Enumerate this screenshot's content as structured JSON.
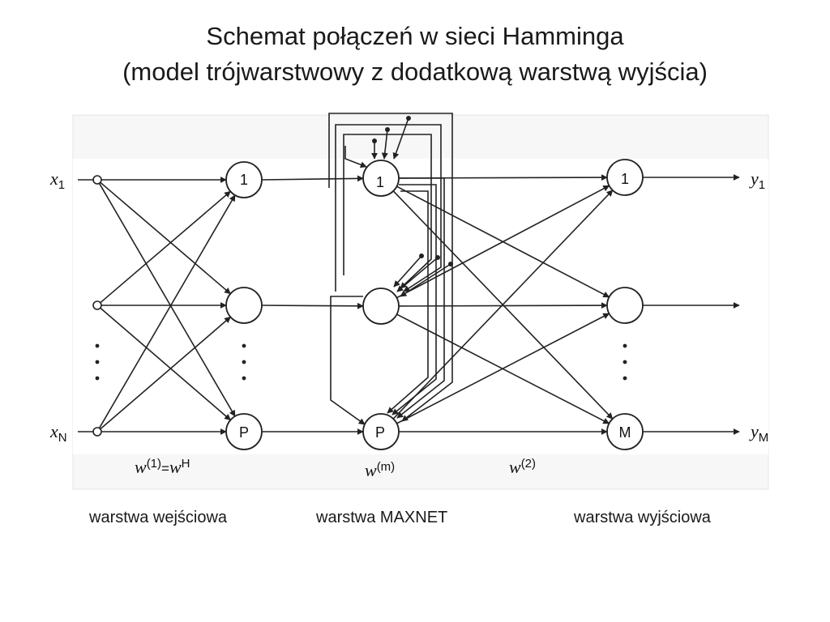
{
  "title": {
    "line1": "Schemat połączeń w sieci Hamminga",
    "line2": "(model trójwarstwowy z dodatkową warstwą wyjścia)"
  },
  "inputs": {
    "x1": {
      "base": "x",
      "sub": "1"
    },
    "xN": {
      "base": "x",
      "sub": "N"
    }
  },
  "outputs": {
    "y1": {
      "base": "y",
      "sub": "1"
    },
    "yM": {
      "base": "y",
      "sub": "M"
    }
  },
  "nodes": {
    "input_layer": {
      "top": "1",
      "bottom": "P"
    },
    "maxnet_layer": {
      "top": "1",
      "bottom": "P"
    },
    "output_layer": {
      "top": "1",
      "bottom": "M"
    }
  },
  "weights": {
    "w1": {
      "base": "w",
      "sup": "(1)",
      "eq": "=",
      "base2": "w",
      "sup2": "H"
    },
    "wm": {
      "base": "w",
      "sup": "(m)"
    },
    "w2": {
      "base": "w",
      "sup": "(2)"
    }
  },
  "captions": {
    "input": "warstwa wejściowa",
    "maxnet": "warstwa MAXNET",
    "output": "warstwa wyjściowa"
  }
}
